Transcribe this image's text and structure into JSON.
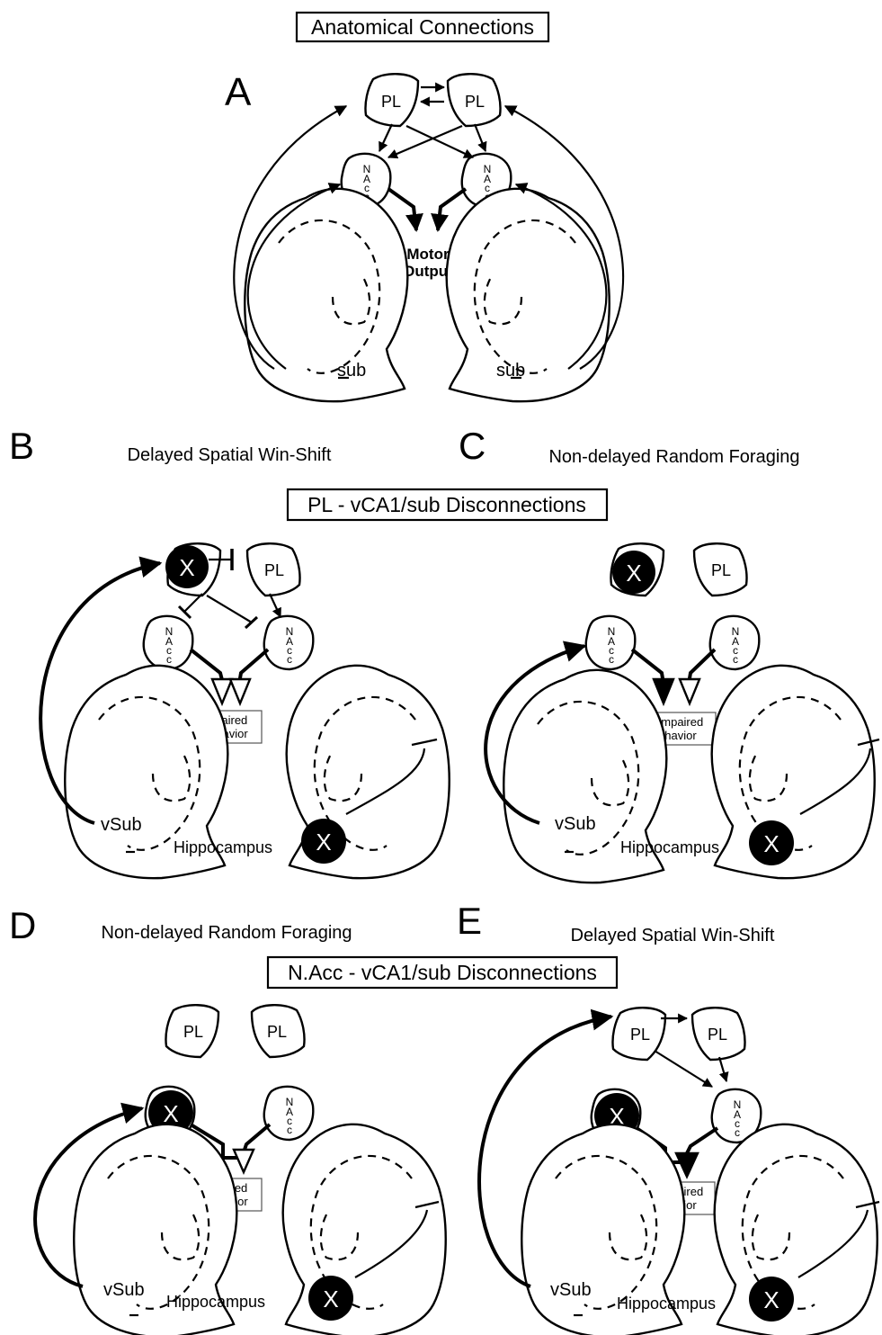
{
  "figure": {
    "header_title": "Anatomical Connections",
    "panels": {
      "A": {
        "letter": "A",
        "motor_line1": "Motor",
        "motor_line2": "Output",
        "pl": "PL",
        "nacc": "NAcc",
        "sub": "sub"
      },
      "B": {
        "letter": "B",
        "title": "Delayed Spatial Win-Shift",
        "result_line1": "Impaired",
        "result_line2": "Behavior"
      },
      "C": {
        "letter": "C",
        "title": "Non-delayed Random Foraging",
        "result_line1": "Unimpaired",
        "result_line2": "Behavior"
      },
      "D": {
        "letter": "D",
        "title": "Non-delayed Random Foraging",
        "result_line1": "Impaired",
        "result_line2": "Behavior"
      },
      "E": {
        "letter": "E",
        "title": "Delayed Spatial Win-Shift",
        "result_line1": "Unimpaired",
        "result_line2": "Behavior"
      }
    },
    "section_bc": "PL - vCA1/sub Disconnections",
    "section_de": "N.Acc - vCA1/sub Disconnections",
    "labels": {
      "pl": "PL",
      "vsub": "vSub",
      "hippocampus": "Hippocampus",
      "lesion_mark": "X",
      "nacc_n": "N",
      "nacc_a": "A",
      "nacc_c1": "c",
      "nacc_c2": "c"
    }
  }
}
